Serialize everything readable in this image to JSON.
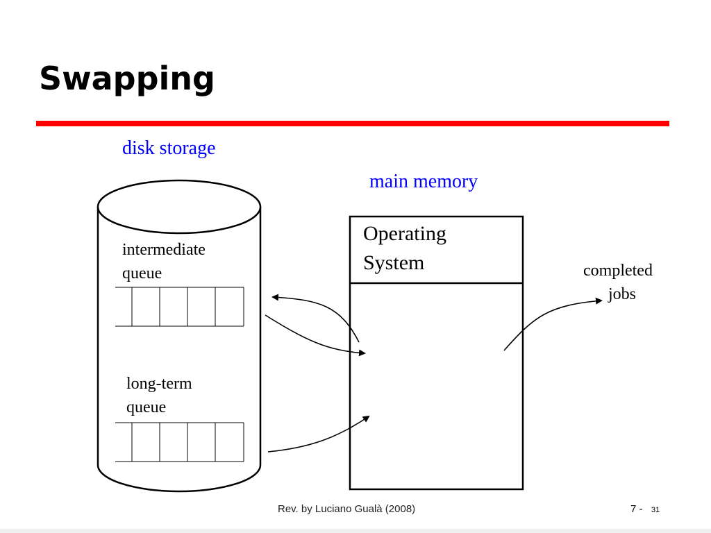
{
  "slide": {
    "title": "Swapping",
    "accent_color": "#ff0000",
    "label_color": "#0000ff"
  },
  "diagram": {
    "disk_label": "disk storage",
    "memory_label": "main memory",
    "os_label_line1": "Operating",
    "os_label_line2": "System",
    "intermediate_queue_line1": "intermediate",
    "intermediate_queue_line2": "queue",
    "long_term_queue_line1": "long-term",
    "long_term_queue_line2": "queue",
    "completed_jobs_line1": "completed",
    "completed_jobs_line2": "jobs"
  },
  "footer": {
    "credit": "Rev. by Luciano Gualà (2008)",
    "chapter": "7 -",
    "page": "31"
  }
}
